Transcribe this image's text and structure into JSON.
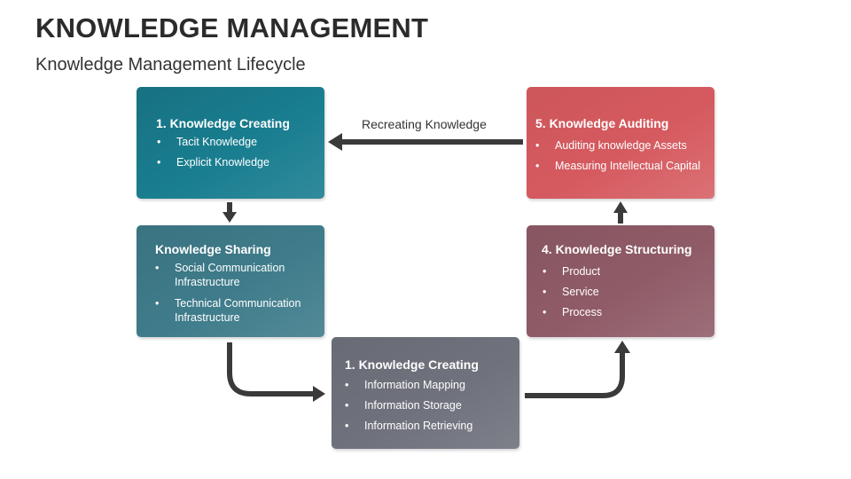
{
  "title": "KNOWLEDGE MANAGEMENT",
  "subtitle": "Knowledge Management Lifecycle",
  "arrow_label": "Recreating Knowledge",
  "boxes": {
    "creating": {
      "title": "1. Knowledge Creating",
      "items": [
        "Tacit Knowledge",
        "Explicit Knowledge"
      ],
      "color": "#1a7a8c"
    },
    "sharing": {
      "title": "Knowledge Sharing",
      "items": [
        "Social Communication Infrastructure",
        "Technical Communication Infrastructure"
      ],
      "color": "#3e7b8a"
    },
    "information": {
      "title": "1. Knowledge Creating",
      "items": [
        "Information Mapping",
        "Information Storage",
        "Information Retrieving"
      ],
      "color": "#6e717c"
    },
    "structuring": {
      "title": "4. Knowledge Structuring",
      "items": [
        "Product",
        "Service",
        "Process"
      ],
      "color": "#8e5a66"
    },
    "auditing": {
      "title": "5. Knowledge Auditing",
      "items": [
        "Auditing knowledge Assets",
        "Measuring Intellectual Capital"
      ],
      "color": "#d25a60"
    }
  },
  "arrow_color": "#3a3a3a"
}
